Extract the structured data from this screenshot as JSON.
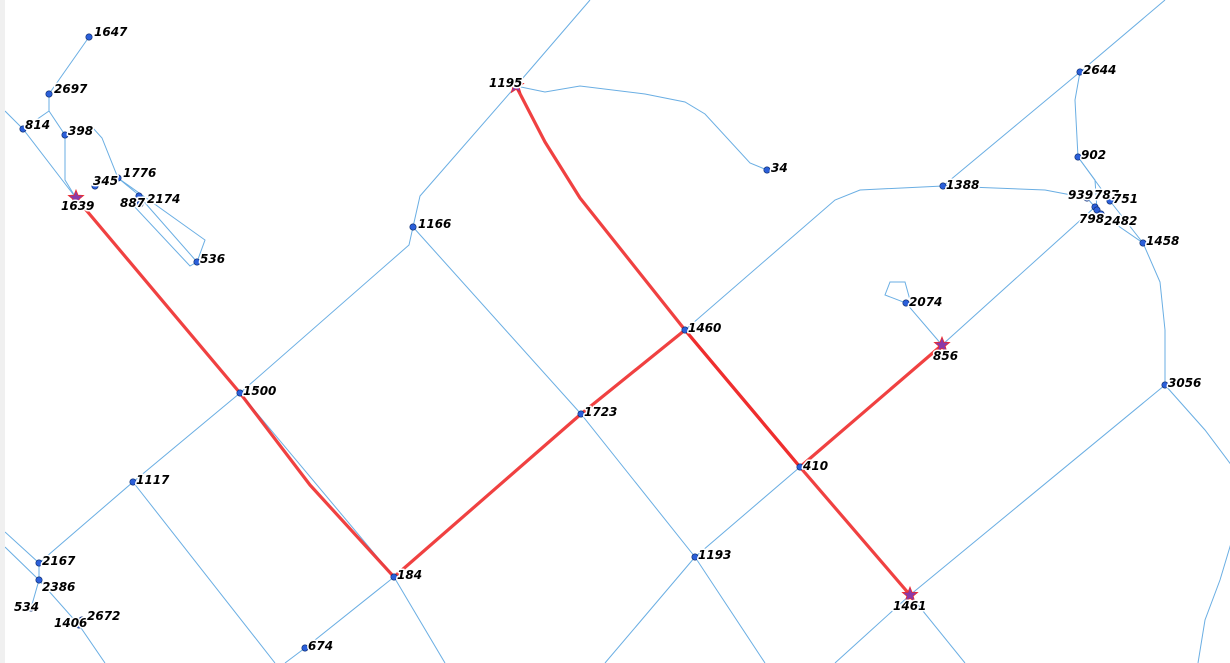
{
  "map": {
    "background": "#ffffff",
    "edge_color": "#6aaee3",
    "route_color": "#ee2c2c",
    "node_color": "#2b5fd9",
    "endpoint_marker_color": "#8a3aa8",
    "node_labels": {
      "n1647": "1647",
      "n2697": "2697",
      "n814": "814",
      "n398": "398",
      "n345": "345",
      "n1776": "1776",
      "n887": "887",
      "n2174": "2174",
      "n1639": "1639",
      "n536": "536",
      "n1195": "1195",
      "n34": "34",
      "n1166": "1166",
      "n1500": "1500",
      "n1117": "1117",
      "n1460": "1460",
      "n1723": "1723",
      "n184": "184",
      "n2167": "2167",
      "n2386": "2386",
      "n534": "534",
      "n1406": "1406",
      "n2672": "2672",
      "n674": "674",
      "n1193": "1193",
      "n410": "410",
      "n1461": "1461",
      "n856": "856",
      "n2074": "2074",
      "n1388": "1388",
      "n2644": "2644",
      "n902": "902",
      "n939": "939",
      "n787": "787",
      "n751": "751",
      "n798": "798",
      "n2482": "2482",
      "n1458": "1458",
      "n3056": "3056"
    },
    "endpoints": [
      "n1639",
      "n1195",
      "n856",
      "n1461"
    ],
    "routes": [
      [
        "n1639",
        "n1500",
        "n184",
        "n1723",
        "n1460",
        "n410",
        "n856"
      ],
      [
        "n1195",
        "n1460",
        "n410",
        "n1461"
      ]
    ]
  }
}
